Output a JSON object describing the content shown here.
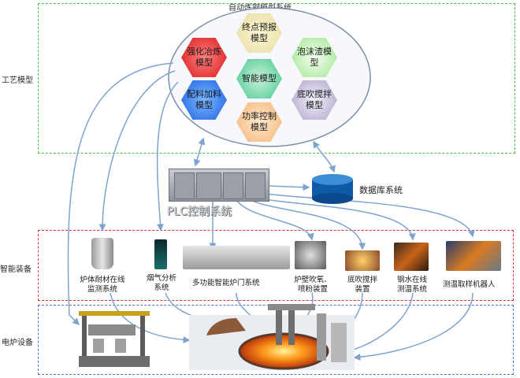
{
  "system_title": "自动炼钢模型系统",
  "zones": {
    "process": "工艺模型",
    "smart": "智能装备",
    "furnace": "电炉设备"
  },
  "models": {
    "endpoint": "终点预报模型",
    "enhanced": "强化冶炼模型",
    "foam": "泡沫渣模型",
    "smart": "智能模型",
    "burden": "配料加料模型",
    "stirring": "底吹搅拌模型",
    "power": "功率控制模型"
  },
  "plc_label": "PLC控制系统",
  "database_label": "数据库系统",
  "devices": {
    "lining": "炉体耐材在线监测系统",
    "gas": "烟气分析系统",
    "door": "多功能智能炉门系统",
    "wall": "炉壁吹氧、喷粉装置",
    "bottom": "底吹搅拌装置",
    "temp": "钢水在线测温系统",
    "robot": "测温取样机器人"
  },
  "colors": {
    "process_border": "#3fc83f",
    "smart_border": "#e03030",
    "furnace_border": "#4a72c8",
    "arrow": "#7ea3cf"
  }
}
